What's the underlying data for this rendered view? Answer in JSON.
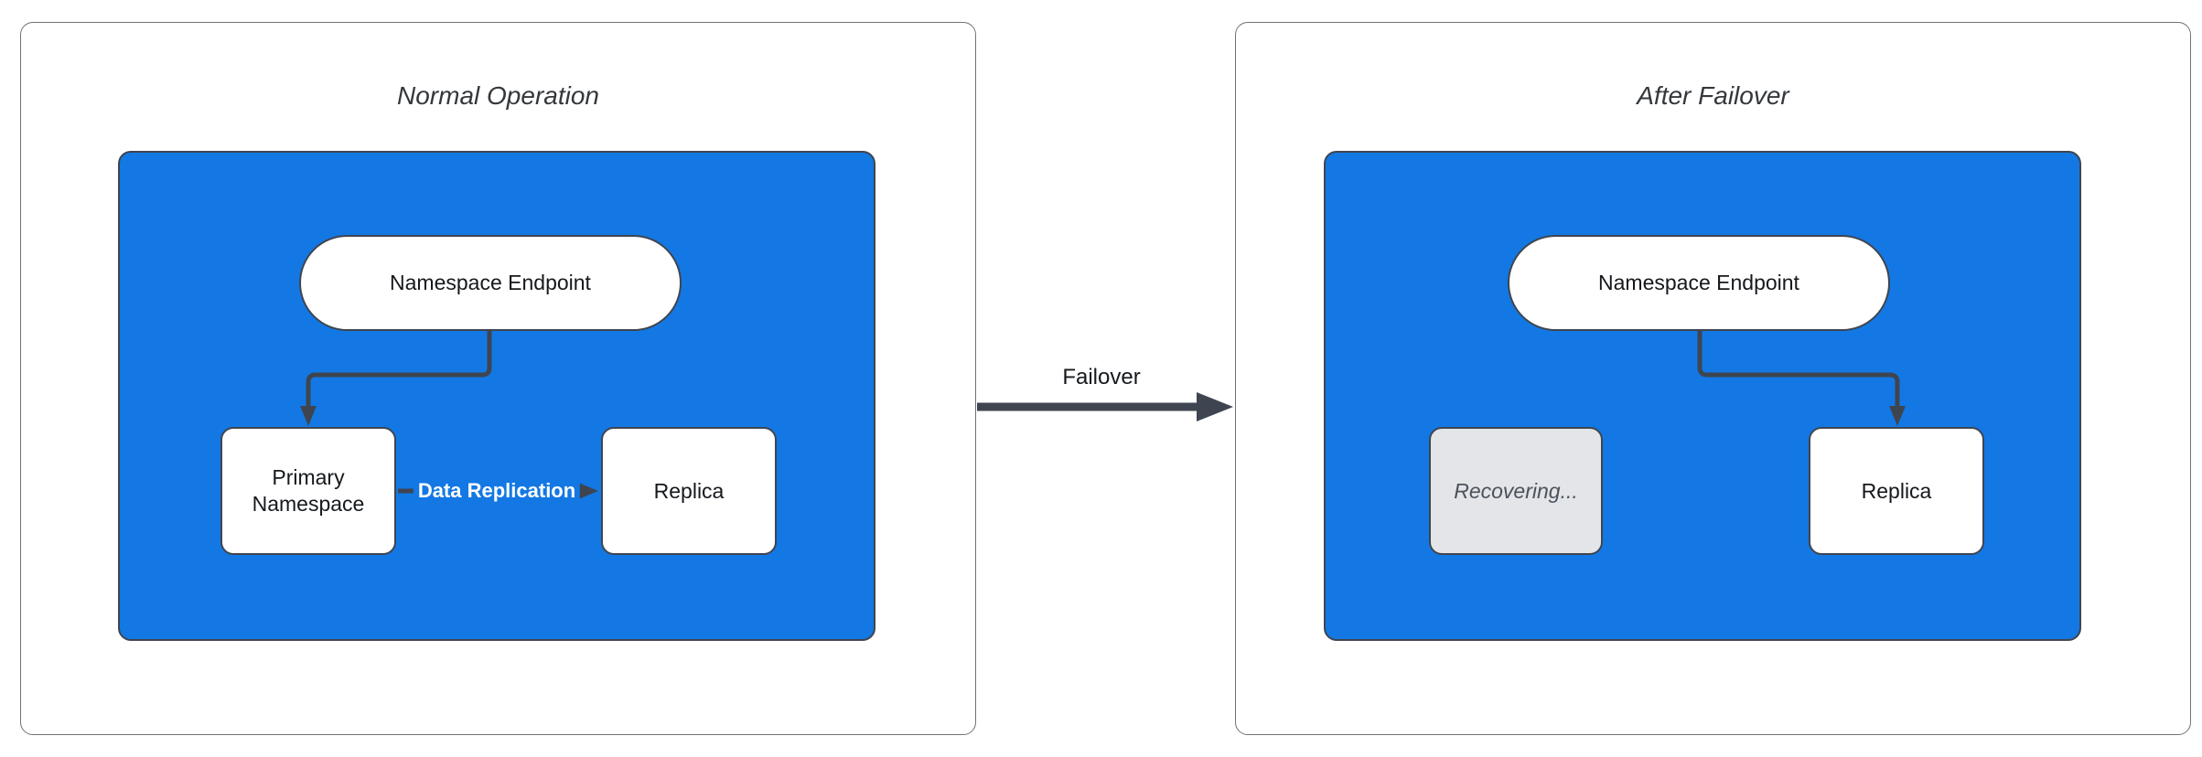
{
  "colors": {
    "blue": "#1378e3",
    "stroke": "#3f4550",
    "panel-border": "#6f7276",
    "grey-fill": "#e3e5e8",
    "grey-text": "#4b525c",
    "node-text": "#15181d",
    "title-text": "#34383d",
    "label-on-blue": "#ffffff"
  },
  "panels": [
    {
      "title": "Normal Operation",
      "nodes": {
        "endpoint": "Namespace Endpoint",
        "primary": "Primary Namespace",
        "replica": "Replica"
      },
      "edge_label": "Data Replication"
    },
    {
      "title": "After Failover",
      "nodes": {
        "endpoint": "Namespace Endpoint",
        "recovering": "Recovering...",
        "replica": "Replica"
      }
    }
  ],
  "failover": {
    "label": "Failover"
  }
}
